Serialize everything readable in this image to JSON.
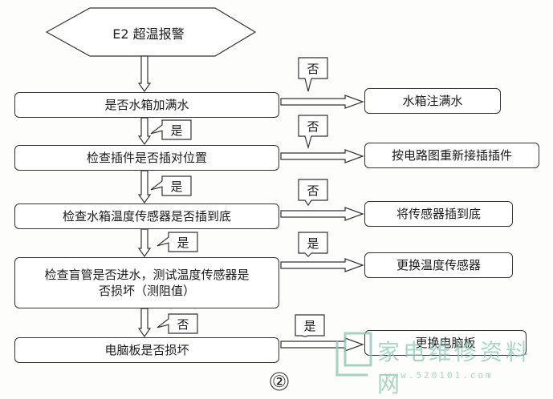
{
  "start": {
    "label": "E2  超温报警"
  },
  "decisions": [
    {
      "id": "d1",
      "text": "是否水箱加满水"
    },
    {
      "id": "d2",
      "text": "检查插件是否插对位置"
    },
    {
      "id": "d3",
      "text": "检查水箱温度传感器是否插到底"
    },
    {
      "id": "d4",
      "text": "检查盲管是否进水，测试温度传感器是否损坏（测阻值）"
    },
    {
      "id": "d5",
      "text": "电脑板是否损坏"
    }
  ],
  "actions": [
    {
      "id": "a1",
      "text": "水箱注满水"
    },
    {
      "id": "a2",
      "text": "按电路图重新接插插件"
    },
    {
      "id": "a3",
      "text": "将传感器插到底"
    },
    {
      "id": "a4",
      "text": "更换温度传感器"
    },
    {
      "id": "a5",
      "text": "更换电脑板"
    }
  ],
  "side_labels": [
    "否",
    "否",
    "否",
    "是",
    "是"
  ],
  "down_labels": [
    "是",
    "是",
    "是",
    "否"
  ],
  "page_number": "②",
  "watermark": {
    "text": "家电维修资料网",
    "url": "www.520101.com"
  }
}
